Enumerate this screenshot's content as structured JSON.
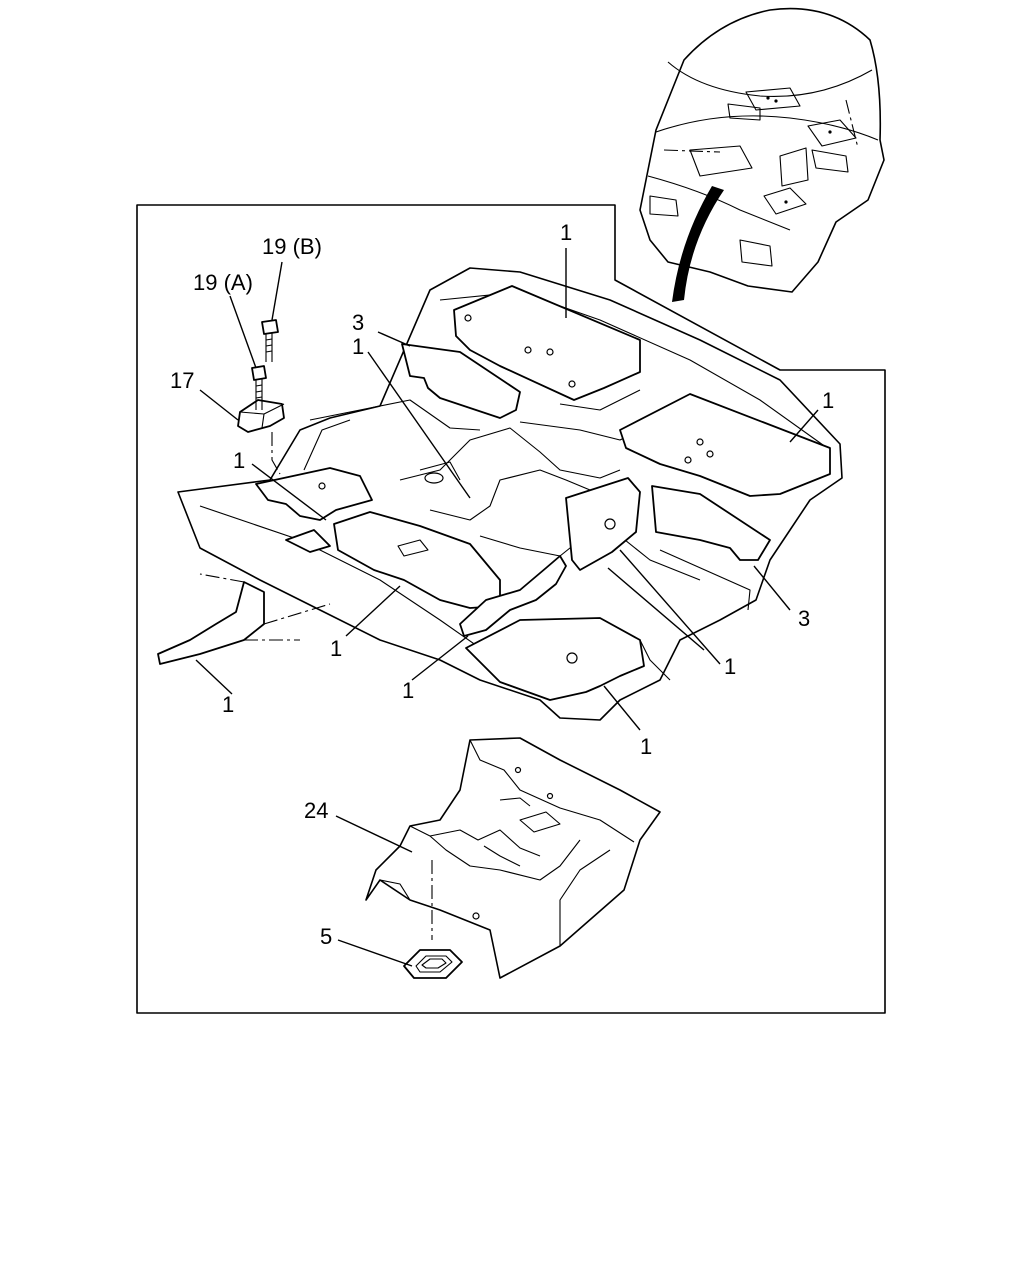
{
  "diagram": {
    "callouts": {
      "c1_top": "1",
      "c19b": "19 (B)",
      "c19a": "19 (A)",
      "c17": "17",
      "c3_left": "3",
      "c1_a": "1",
      "c1_b": "1",
      "c1_right": "1",
      "c3_right": "3",
      "c1_c": "1",
      "c1_d": "1",
      "c1_e": "1",
      "c1_f": "1",
      "c1_g": "1",
      "c24": "24",
      "c5": "5"
    }
  }
}
